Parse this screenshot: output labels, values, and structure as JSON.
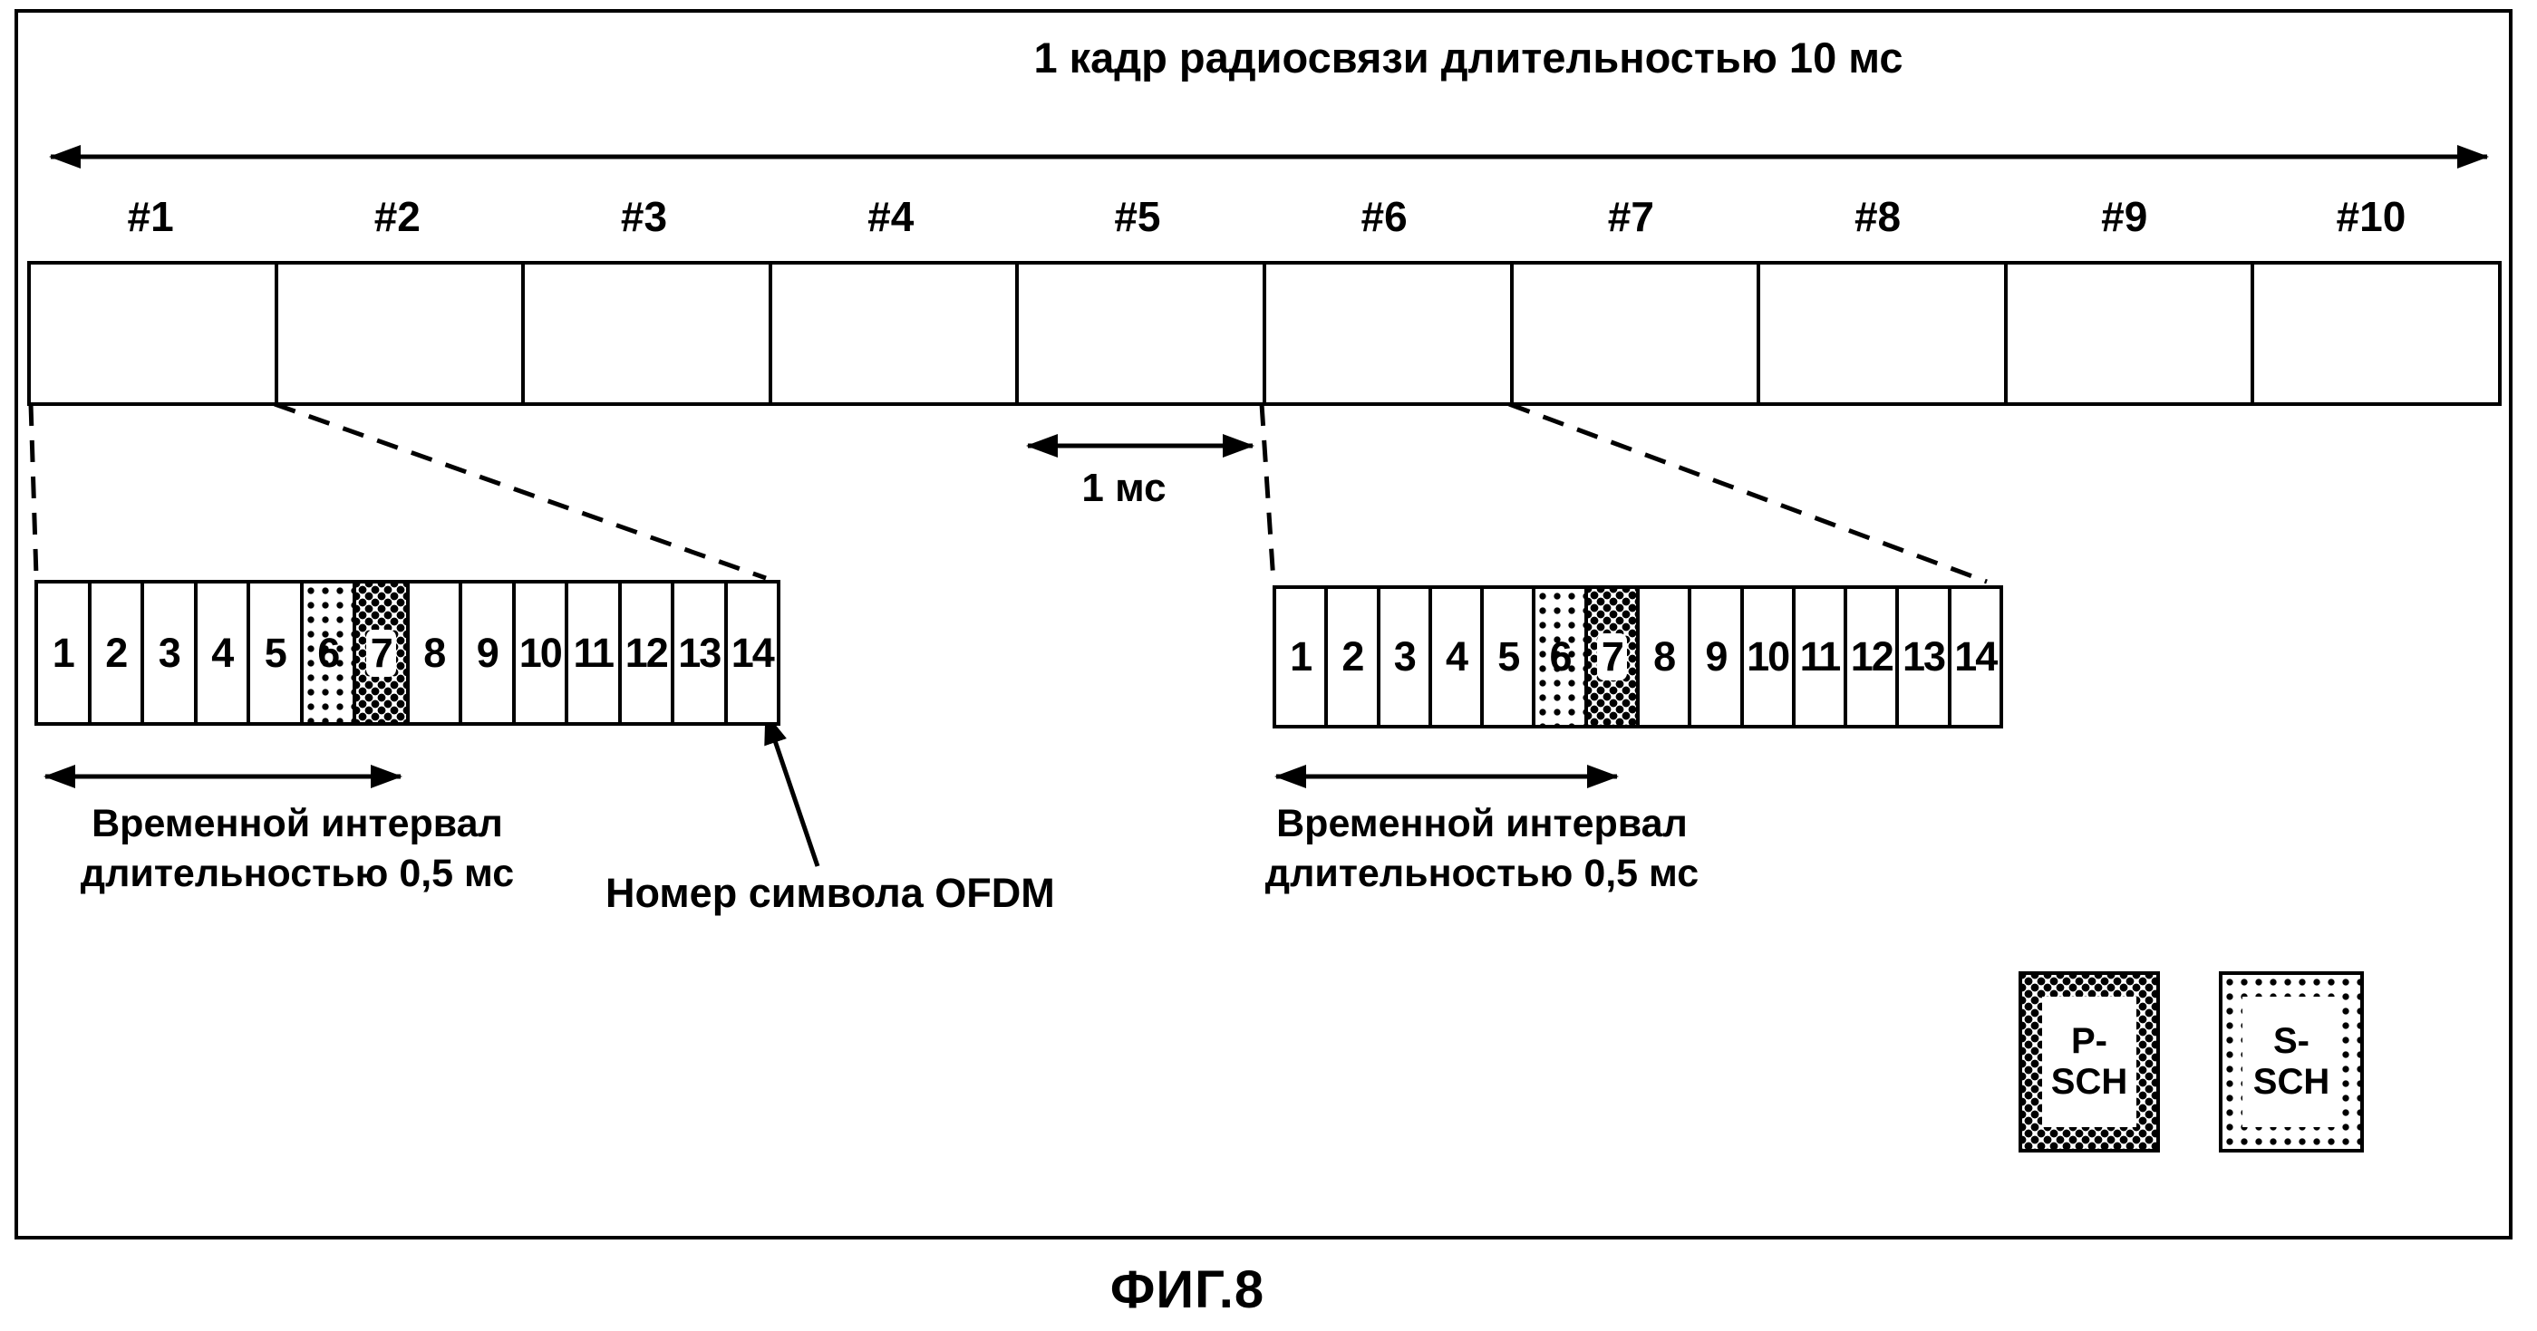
{
  "figure": {
    "frame_duration_label": "1 кадр радиосвязи длительностью 10 мс",
    "subframe_labels": [
      "#1",
      "#2",
      "#3",
      "#4",
      "#5",
      "#6",
      "#7",
      "#8",
      "#9",
      "#10"
    ],
    "one_ms_label": "1 мс",
    "slot": {
      "symbols": [
        "1",
        "2",
        "3",
        "4",
        "5",
        "6",
        "7",
        "8",
        "9",
        "10",
        "11",
        "12",
        "13",
        "14"
      ],
      "s_sch_symbol": "6",
      "p_sch_symbol": "7"
    },
    "interval_label": {
      "line1": "Временной интервал",
      "line2": "длительностью 0,5 мс"
    },
    "ofdm_symbol_label": "Номер символа OFDM",
    "legend": {
      "p_sch": {
        "line1": "P-",
        "line2": "SCH",
        "pattern": "dense-dots"
      },
      "s_sch": {
        "line1": "S-",
        "line2": "SCH",
        "pattern": "sparse-dots"
      }
    },
    "caption": "ФИГ.8",
    "ink_color": "#000000",
    "background_color": "#ffffff"
  }
}
